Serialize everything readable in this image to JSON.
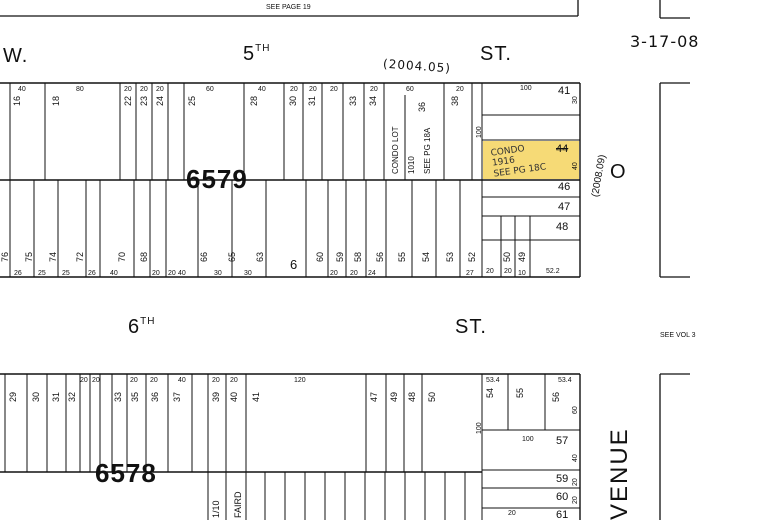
{
  "header": {
    "see_page": "SEE PAGE 19",
    "date_stamp": "3-17-08",
    "see_vol": "SEE VOL 3"
  },
  "streets": {
    "fifth": {
      "prefix": "W.",
      "number": "5",
      "suffix": "TH",
      "type": "ST."
    },
    "sixth": {
      "number": "6",
      "suffix": "TH",
      "type": "ST."
    },
    "avenue_o": {
      "letter": "O",
      "avenue": "VENUE"
    }
  },
  "blocks": {
    "upper": "6579",
    "lower": "6578"
  },
  "annotations": {
    "top_year": "(2004.05)",
    "side_year": "(2008.09)",
    "condo_upper": [
      "CONDO LOT",
      "1010",
      "SEE PG 18A"
    ],
    "condo_highlight": [
      "CONDO",
      "1916",
      "SEE PG 18C"
    ],
    "condo_highlight_lot": "44",
    "bottom_note": [
      "1/10",
      "FAIRD"
    ]
  },
  "lots": {
    "upper_top": [
      "16",
      "18",
      "22",
      "23",
      "24",
      "25",
      "28",
      "30",
      "31",
      "33",
      "34",
      "36",
      "38"
    ],
    "upper_top_dims": [
      "40",
      "80",
      "20",
      "20",
      "20",
      "60",
      "40",
      "20",
      "20",
      "20",
      "20",
      "60",
      "20"
    ],
    "upper_right": [
      "41",
      "46",
      "47",
      "48"
    ],
    "upper_right_dims": [
      "100",
      "30",
      "40",
      "100",
      "20",
      "20",
      "52.2"
    ],
    "upper_bottom": [
      "76",
      "75",
      "74",
      "72",
      "70",
      "68",
      "66",
      "65",
      "63",
      "60",
      "59",
      "58",
      "56",
      "55",
      "54",
      "53",
      "52",
      "50",
      "49",
      "6"
    ],
    "upper_bottom_dims": [
      "26",
      "25",
      "25",
      "26",
      "40",
      "20",
      "20",
      "40",
      "30",
      "30",
      "20",
      "20",
      "24",
      "27",
      "10"
    ],
    "lower_top": [
      "29",
      "30",
      "31",
      "32",
      "33",
      "35",
      "36",
      "37",
      "39",
      "40",
      "41",
      "47",
      "49",
      "48",
      "50",
      "54",
      "55",
      "56"
    ],
    "lower_top_dims": [
      "20",
      "20",
      "20",
      "20",
      "40",
      "20",
      "20",
      "120",
      "53.4",
      "53.4",
      "100"
    ],
    "lower_right": [
      "57",
      "59",
      "60",
      "61"
    ],
    "lower_right_dims": [
      "100",
      "40",
      "20",
      "20",
      "20",
      "60"
    ]
  },
  "colors": {
    "highlight": "#f4d35e",
    "line": "#111111",
    "paper": "#ffffff"
  }
}
